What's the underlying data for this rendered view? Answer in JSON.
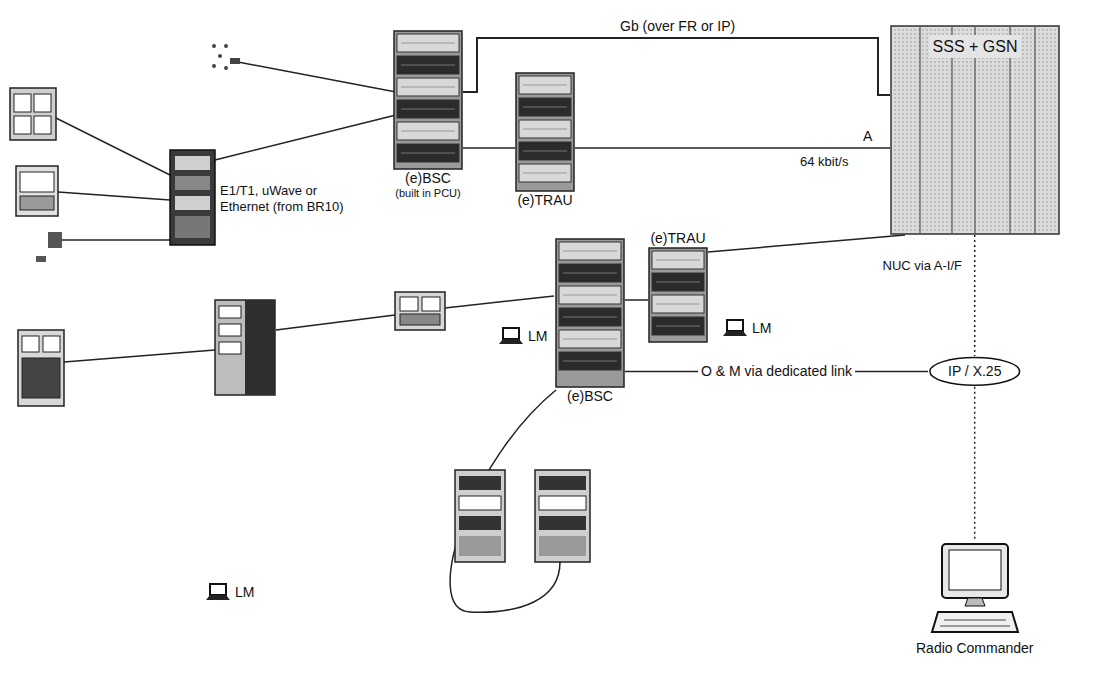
{
  "diagram": {
    "nodes": [
      {
        "text": [
          "(e)BSC",
          "(built in PCU)"
        ]
      },
      {
        "text": [
          "(e)TRAU"
        ]
      },
      {
        "text": [
          "SSS + GSN"
        ]
      },
      {
        "text": [
          "(e)TRAU"
        ]
      },
      {
        "text": [
          "LM"
        ]
      },
      {
        "text": [
          "(e)BSC"
        ]
      },
      {
        "text": [
          "LM"
        ]
      },
      {
        "text": [
          "IP / X.25"
        ]
      },
      {
        "text": [
          "LM"
        ]
      },
      {
        "text": [
          "Radio Commander"
        ]
      }
    ],
    "edges": [
      {
        "from": 0,
        "to": 2,
        "arrow": "none",
        "label": "Gb (over FR or IP)"
      },
      {
        "from": 0,
        "to": 1,
        "arrow": "none"
      },
      {
        "from": 1,
        "to": 2,
        "arrow": "none",
        "label": "A"
      },
      {
        "from": 3,
        "to": 2,
        "arrow": "none"
      },
      {
        "from": 5,
        "to": 3,
        "arrow": "none"
      },
      {
        "from": 5,
        "to": 7,
        "arrow": "none",
        "label": "O & M via dedicated link"
      },
      {
        "from": 2,
        "to": 7,
        "arrow": "none"
      },
      {
        "from": 7,
        "to": 9,
        "arrow": "none"
      }
    ],
    "labels": [
      "E1/T1, uWave or Ethernet (from BR10)",
      "64 kbit/s",
      "NUC via A-I/F"
    ]
  }
}
